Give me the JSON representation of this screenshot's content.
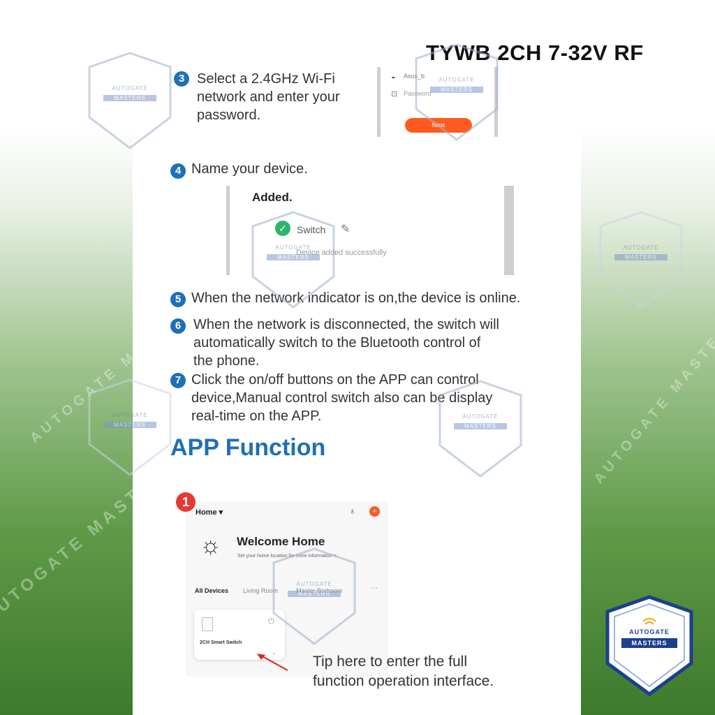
{
  "header": {
    "product_title": "TYWB 2CH 7-32V RF"
  },
  "steps": [
    {
      "num": "3",
      "lines": [
        "Select a 2.4GHz Wi-Fi",
        "network and enter your",
        "password."
      ]
    },
    {
      "num": "4",
      "lines": [
        "Name your device."
      ]
    },
    {
      "num": "5",
      "lines": [
        "When the network indicator is on,the device is online."
      ]
    },
    {
      "num": "6",
      "lines": [
        "When the network is disconnected, the switch will",
        "automatically switch to the Bluetooth control of",
        "the phone."
      ]
    },
    {
      "num": "7",
      "lines": [
        "Click the on/off buttons on the APP can control",
        "device,Manual control switch also can be display",
        "real-time on the APP."
      ]
    }
  ],
  "wifi_screen": {
    "ssid": "Asus_b",
    "password_placeholder": "Password",
    "next_button": "Next"
  },
  "added_screen": {
    "heading": "Added.",
    "device_name": "Switch",
    "status": "Device added successfully"
  },
  "section_title": "APP Function",
  "app_screen": {
    "badge": "1",
    "home_label": "Home ▾",
    "welcome_title": "Welcome Home",
    "welcome_subtitle": "Set your home location for more information >",
    "tabs": [
      "All Devices",
      "Living Room",
      "Master Bedroom"
    ],
    "more": "···",
    "device_card_name": "2CH Smart Switch"
  },
  "tip": [
    "Tip here to enter the full",
    "function operation interface."
  ],
  "watermark": {
    "top": "AUTOGATE",
    "bottom": "MASTERS",
    "diagonal": "AUTOGATE MASTERS"
  },
  "colors": {
    "step_blue": "#1f6fb8",
    "next_orange": "#ff5a1f",
    "check_green": "#2db56c",
    "badge_red": "#e53935"
  }
}
